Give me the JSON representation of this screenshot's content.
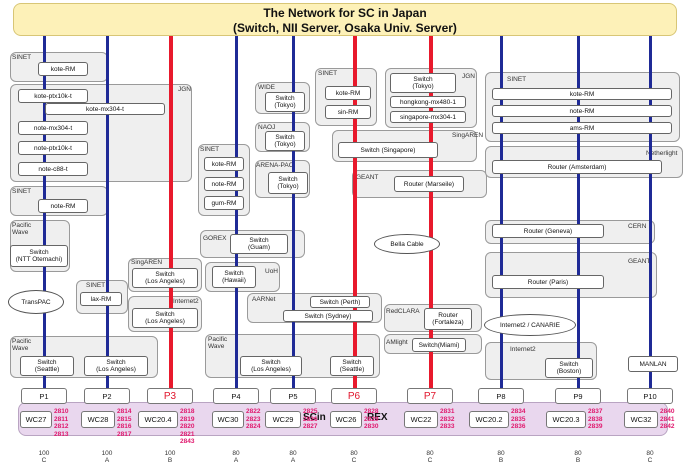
{
  "title": {
    "line1": "The Network for SC in Japan",
    "line2": "(Switch, NII Server, Osaka Univ. Server)"
  },
  "colors": {
    "red_link": "#e8192c",
    "blue_link": "#1f2a96",
    "title_bg": "#fdf1b8",
    "band_bg": "#e9d7ee",
    "number_pink": "#e0196e"
  },
  "paths": [
    {
      "id": "P1",
      "label": "P1",
      "color": "blue",
      "wc": "WC27",
      "circuits": [
        "2810",
        "2811",
        "2812",
        "2813"
      ],
      "bandwidth": "100",
      "type": "C"
    },
    {
      "id": "P2",
      "label": "P2",
      "color": "blue",
      "wc": "WC28",
      "circuits": [
        "2814",
        "2815",
        "2816",
        "2817"
      ],
      "bandwidth": "100",
      "type": "A"
    },
    {
      "id": "P3",
      "label": "P3",
      "color": "red",
      "wc": "WC20.4",
      "circuits": [
        "2818",
        "2819",
        "2820",
        "2821",
        "2843"
      ],
      "bandwidth": "100",
      "type": "B"
    },
    {
      "id": "P4",
      "label": "P4",
      "color": "blue",
      "wc": "WC30",
      "circuits": [
        "2822",
        "2823",
        "2824"
      ],
      "bandwidth": "80",
      "type": "A"
    },
    {
      "id": "P5",
      "label": "P5",
      "color": "blue",
      "wc": "WC29",
      "circuits": [
        "2825",
        "2826",
        "2827"
      ],
      "bandwidth": "80",
      "type": "A"
    },
    {
      "id": "P6",
      "label": "P6",
      "color": "red",
      "wc": "WC26",
      "circuits": [
        "2828",
        "2829",
        "2830"
      ],
      "bandwidth": "80",
      "type": "C"
    },
    {
      "id": "P7",
      "label": "P7",
      "color": "red",
      "wc": "WC22",
      "circuits": [
        "2831",
        "2832",
        "2833"
      ],
      "bandwidth": "80",
      "type": "C"
    },
    {
      "id": "P8",
      "label": "P8",
      "color": "blue",
      "wc": "WC20.2",
      "circuits": [
        "2834",
        "2835",
        "2836"
      ],
      "bandwidth": "80",
      "type": "B"
    },
    {
      "id": "P9",
      "label": "P9",
      "color": "blue",
      "wc": "WC20.3",
      "circuits": [
        "2837",
        "2838",
        "2839"
      ],
      "bandwidth": "80",
      "type": "B"
    },
    {
      "id": "P10",
      "label": "P10",
      "color": "blue",
      "wc": "WC32",
      "circuits": [
        "2840",
        "2841",
        "2842"
      ],
      "bandwidth": "80",
      "type": "C"
    }
  ],
  "band_text": {
    "left": "SCin",
    "right": "REX"
  },
  "groups": {
    "sinet1": "SINET",
    "jgn1": "JGN",
    "sinet2": "SINET",
    "pacific_wave1": "Pacific\nWave",
    "sinet3": "SINET",
    "singaren1": "SingAREN",
    "internet2_a": "Internet2",
    "pacific_wave2": "Pacific\nWave",
    "wide": "WIDE",
    "naoj": "NAOJ",
    "arena_pac": "ARENA-PAC",
    "sinet4": "SINET",
    "gorex": "GOREX",
    "uoh": "UoH",
    "aarnet": "AARNet",
    "pacific_wave3": "Pacific\nWave",
    "sinet5": "SINET",
    "jgn2": "JGN",
    "singaren2": "SingAREN",
    "geant1": "GEANT",
    "redclara": "RedCLARA",
    "amlight": "AMlight",
    "sinet6": "SINET",
    "netherlight": "Netherlight",
    "cern": "CERN",
    "geant2": "GEANT",
    "internet2_b": "Internet2"
  },
  "nodes": {
    "kote_rm_1": "kote-RM",
    "kote_ptx10k_t": "kote-ptx10k-t",
    "kote_mx304_t": "kote-mx304-t",
    "note_mx304_t": "note-mx304-t",
    "note_ptx10k_t": "note-ptx10k-t",
    "note_c88_t": "note-c88-t",
    "note_rm_1": "note-RM",
    "sw_ntt": "Switch\n(NTT Otemachi)",
    "lax_rm": "lax-RM",
    "sw_la_singaren": "Switch\n(Los Angeles)",
    "sw_la_i2": "Switch\n(Los Angeles)",
    "sw_seattle_1": "Switch\n(Seattle)",
    "sw_la_pw": "Switch\n(Los Angeles)",
    "sw_tokyo_wide": "Switch\n(Tokyo)",
    "sw_tokyo_naoj": "Switch\n(Tokyo)",
    "sw_tokyo_arena": "Switch\n(Tokyo)",
    "kote_rm_2": "kote-RM",
    "note_rm_2": "note-RM",
    "gum_rm": "gum-RM",
    "sw_guam": "Switch\n(Guam)",
    "sw_hawaii": "Switch\n(Hawaii)",
    "sw_perth": "Switch (Perth)",
    "sw_sydney": "Switch (Sydney)",
    "sw_la_pw3": "Switch\n(Los Angeles)",
    "sw_seattle_2": "Switch\n(Seattle)",
    "kote_rm_3": "kote-RM",
    "sin_rm": "sin-RM",
    "sw_tokyo_jgn": "Switch\n(Tokyo)",
    "hongkong": "hongkong-mx480-1",
    "singapore": "singapore-mx304-1",
    "sw_singapore": "Switch (Singapore)",
    "router_marseile": "Router (Marseile)",
    "router_fortaleza": "Router\n(Fortaleza)",
    "sw_miami": "Switch(Miami)",
    "kote_rm_4": "kote-RM",
    "note_rm_4": "note-RM",
    "ams_rm": "ams-RM",
    "router_amsterdam": "Router (Amsterdam)",
    "router_geneva": "Router (Geneva)",
    "router_paris": "Router (Paris)",
    "sw_boston": "Switch\n(Boston)",
    "manlan": "MANLAN"
  },
  "clouds": {
    "transpac": "TransPAC",
    "bella": "Bella Cable",
    "canarie": "Internet2 / CANARIE"
  }
}
